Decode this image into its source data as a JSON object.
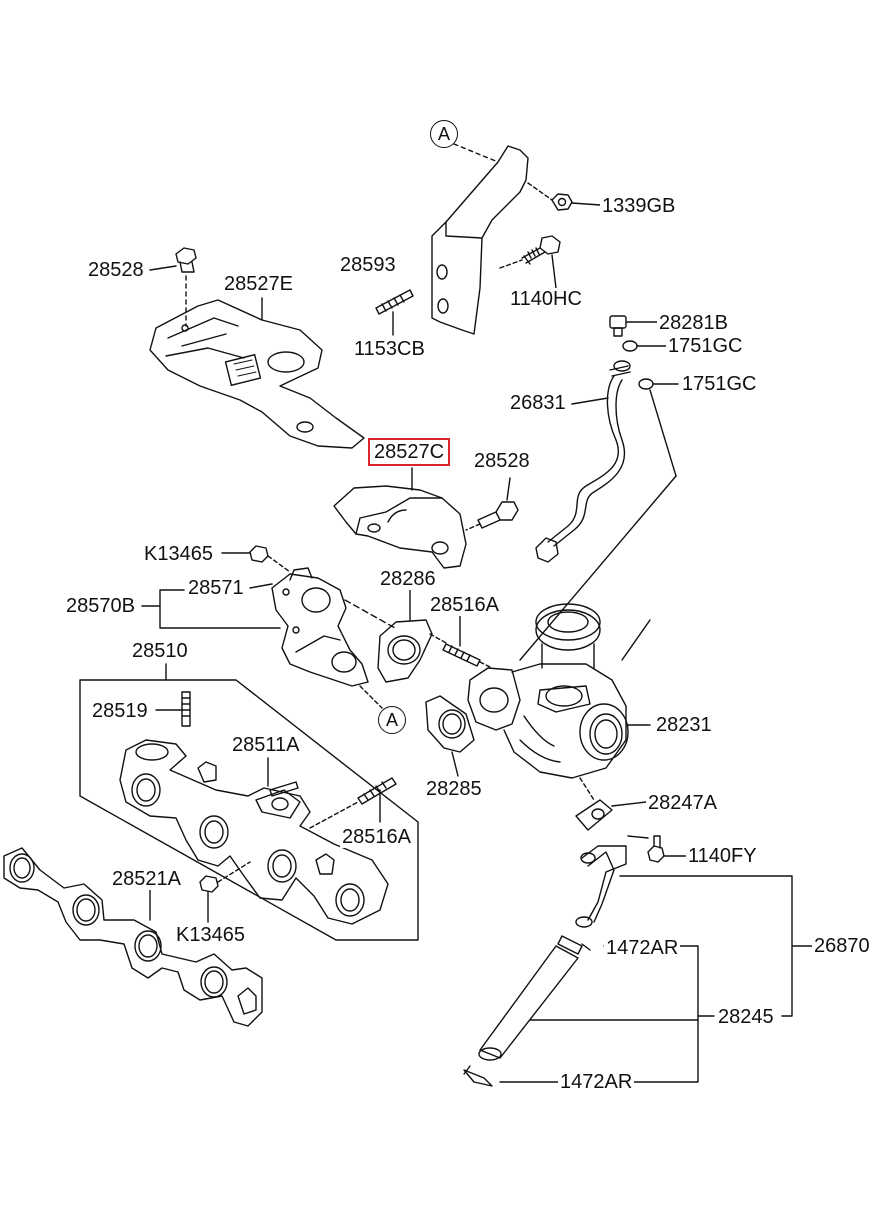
{
  "diagram": {
    "ref_mark": "A",
    "accent_color": "#d9262b",
    "highlighted_part": "28527C",
    "labels": {
      "p1339GB": "1339GB",
      "p28593": "28593",
      "p1140HC": "1140HC",
      "p28528_top": "28528",
      "p28527E": "28527E",
      "p1153CB": "1153CB",
      "p28281B": "28281B",
      "p1751GC_a": "1751GC",
      "p1751GC_b": "1751GC",
      "p26831": "26831",
      "p28527C": "28527C",
      "p28528_mid": "28528",
      "pK13465_top": "K13465",
      "p28571": "28571",
      "p28286": "28286",
      "p28570B": "28570B",
      "p28516A_top": "28516A",
      "p28510": "28510",
      "p28231": "28231",
      "p28519": "28519",
      "p28511A": "28511A",
      "p28285": "28285",
      "p28247A": "28247A",
      "p28516A_bot": "28516A",
      "p1140FY": "1140FY",
      "p28521A": "28521A",
      "pK13465_bot": "K13465",
      "p26870": "26870",
      "p1472AR_top": "1472AR",
      "p28245": "28245",
      "p1472AR_bot": "1472AR"
    }
  }
}
